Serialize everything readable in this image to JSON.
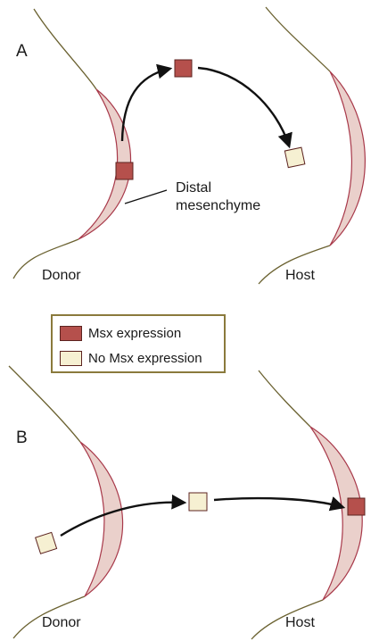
{
  "panel_a": {
    "letter": "A",
    "donor_label": "Donor",
    "host_label": "Host",
    "region_label_line1": "Distal",
    "region_label_line2": "mesenchyme"
  },
  "panel_b": {
    "letter": "B",
    "donor_label": "Donor",
    "host_label": "Host"
  },
  "legend": {
    "msx": {
      "label": "Msx expression",
      "color": "#b5504c"
    },
    "no_msx": {
      "label": "No Msx expression",
      "color": "#f6f0d2"
    }
  },
  "colors": {
    "mesenchyme_fill": "#ead0cb",
    "mesenchyme_edge": "#a8394a",
    "outline": "#6b6231",
    "arrow": "#111111",
    "cell_border": "#5c2320"
  }
}
